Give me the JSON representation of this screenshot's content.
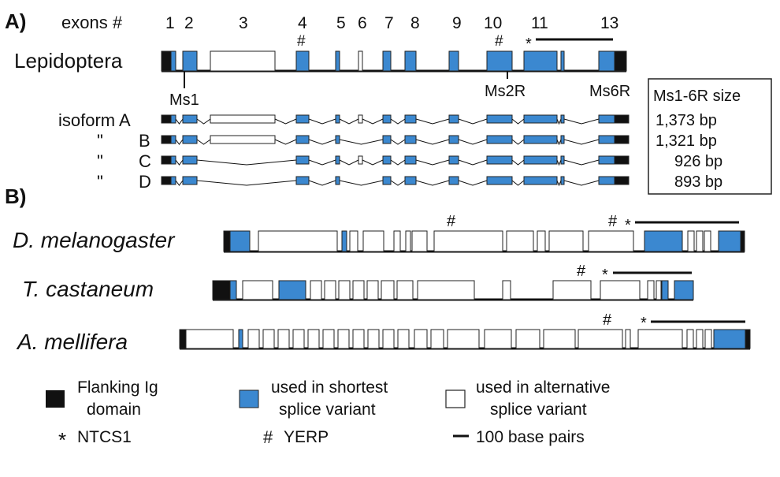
{
  "panel_a": {
    "label": "A)",
    "exons_header": "exons #",
    "exon_numbers": [
      "1",
      "2",
      "3",
      "4",
      "5",
      "6",
      "7",
      "8",
      "9",
      "10",
      "11",
      "13"
    ],
    "species": "Lepidoptera",
    "primer_labels": [
      "Ms1",
      "Ms2R",
      "Ms6R"
    ],
    "yerp_mark": "#",
    "ntcs1_mark": "*",
    "isoform_labels": [
      "isoform A",
      "B",
      "C",
      "D"
    ],
    "ditto_mark": "\"",
    "size_table": {
      "header": "Ms1-6R size",
      "rows": [
        "1,373 bp",
        "1,321 bp",
        "926 bp",
        "893 bp"
      ]
    }
  },
  "panel_b": {
    "label": "B)",
    "species": [
      "D. melanogaster",
      "T. castaneum",
      "A. mellifera"
    ],
    "yerp_mark": "#",
    "ntcs1_mark": "*"
  },
  "legend": {
    "flanking": "Flanking Ig domain",
    "flanking_lines": [
      "Flanking Ig",
      "domain"
    ],
    "shortest_lines": [
      "used in shortest",
      "splice variant"
    ],
    "alternative_lines": [
      "used in alternative",
      "splice variant"
    ],
    "ntcs1": "NTCS1",
    "yerp": "YERP",
    "scale": "100 base pairs"
  },
  "colors": {
    "flank": "#111111",
    "shortest": "#3b88d0",
    "alternative": "#ffffff",
    "outline": "#222222",
    "line": "#111111"
  }
}
